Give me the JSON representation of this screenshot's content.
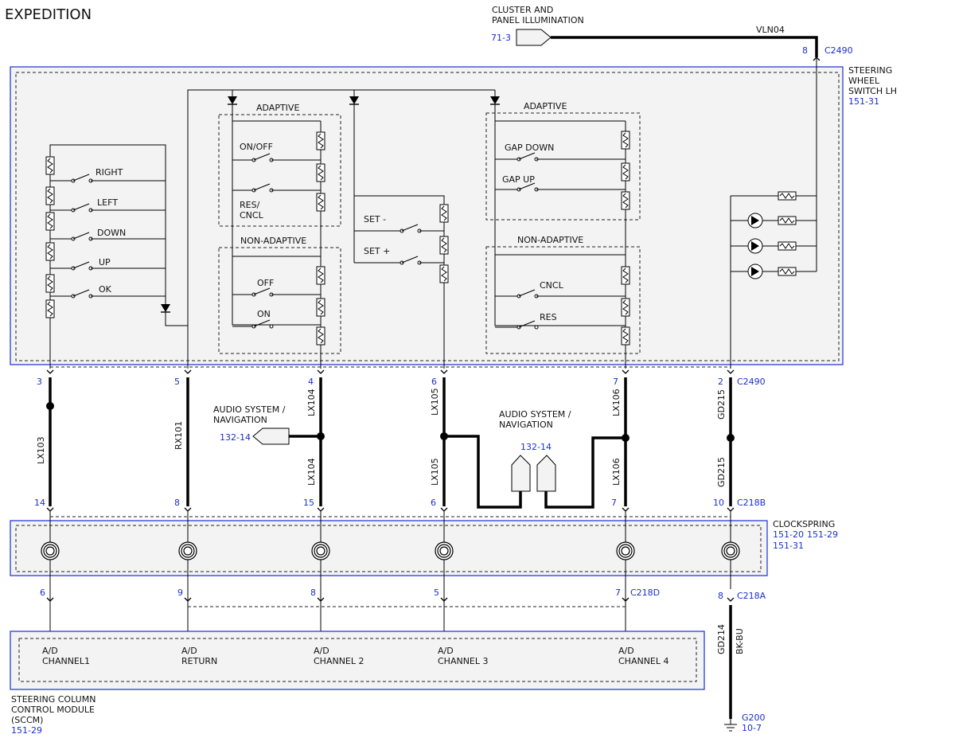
{
  "title": "EXPEDITION",
  "illum": {
    "label1": "CLUSTER AND",
    "label2": "PANEL ILLUMINATION",
    "ref": "71-3",
    "wire": "VLN04",
    "pin": "8",
    "conn": "C2490"
  },
  "switch": {
    "name1": "STEERING",
    "name2": "WHEEL",
    "name3": "SWITCH LH",
    "ref": "151-31",
    "buttons": [
      "RIGHT",
      "LEFT",
      "DOWN",
      "UP",
      "OK"
    ],
    "adaptive_left": "ADAPTIVE",
    "onoff": "ON/OFF",
    "res1": "RES/",
    "res2": "CNCL",
    "nonadaptive_left": "NON-ADAPTIVE",
    "off": "OFF",
    "on": "ON",
    "set_minus": "SET -",
    "set_plus": "SET +",
    "adaptive_right": "ADAPTIVE",
    "gap_down": "GAP DOWN",
    "gap_up": "GAP UP",
    "nonadaptive_right": "NON-ADAPTIVE",
    "cncl": "CNCL",
    "res": "RES"
  },
  "top_pins": [
    "3",
    "5",
    "4",
    "6",
    "7",
    "2"
  ],
  "top_conn": "C2490",
  "wires_upper": [
    "LX103",
    "RX101",
    "LX104",
    "LX105",
    "LX106",
    "GD215"
  ],
  "wires_lower": [
    "LX104",
    "LX105",
    "LX106",
    "GD215"
  ],
  "audio_left": {
    "l1": "AUDIO SYSTEM /",
    "l2": "NAVIGATION",
    "ref": "132-14"
  },
  "audio_mid": {
    "l1": "AUDIO SYSTEM /",
    "l2": "NAVIGATION",
    "ref": "132-14"
  },
  "mid_pins": [
    "14",
    "8",
    "15",
    "6",
    "7",
    "10"
  ],
  "mid_conn": "C218B",
  "clockspring": {
    "name": "CLOCKSPRING",
    "ref1": "151-20",
    "ref2": "151-29",
    "ref3": "151-31"
  },
  "low_pins": [
    "6",
    "9",
    "8",
    "5",
    "7"
  ],
  "low_conn": "C218D",
  "ground": {
    "pin": "8",
    "conn": "C218A",
    "wire": "GD214",
    "color": "BK-BU",
    "name": "G200",
    "ref": "10-7"
  },
  "sccm": {
    "ch1a": "A/D",
    "ch1b": "CHANNEL1",
    "ch2a": "A/D",
    "ch2b": "RETURN",
    "ch3a": "A/D",
    "ch3b": "CHANNEL 2",
    "ch4a": "A/D",
    "ch4b": "CHANNEL 3",
    "ch5a": "A/D",
    "ch5b": "CHANNEL 4",
    "name1": "STEERING COLUMN",
    "name2": "CONTROL MODULE",
    "name3": "(SCCM)",
    "ref": "151-29"
  }
}
